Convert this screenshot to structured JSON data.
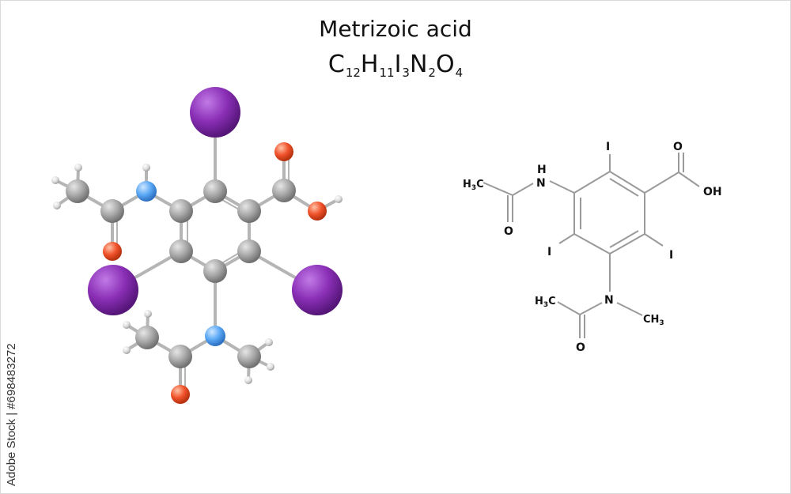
{
  "title": {
    "name": "Metrizoic acid",
    "formula_base": [
      "C",
      "H",
      "I",
      "N",
      "O"
    ],
    "formula_subs": [
      "12",
      "11",
      "3",
      "2",
      "4"
    ]
  },
  "atoms": {
    "C": "C",
    "H": "H",
    "I": "I",
    "N": "N",
    "O": "O",
    "OH": "OH",
    "CH": "CH",
    "3": "3"
  },
  "colors": {
    "carbon": "#9b9b9b",
    "nitrogen": "#5aa8f5",
    "oxygen": "#f0522a",
    "iodine": "#8a2fb6",
    "hydrogen": "#dcdcdc"
  },
  "stock_label": "Adobe Stock | #698483272"
}
